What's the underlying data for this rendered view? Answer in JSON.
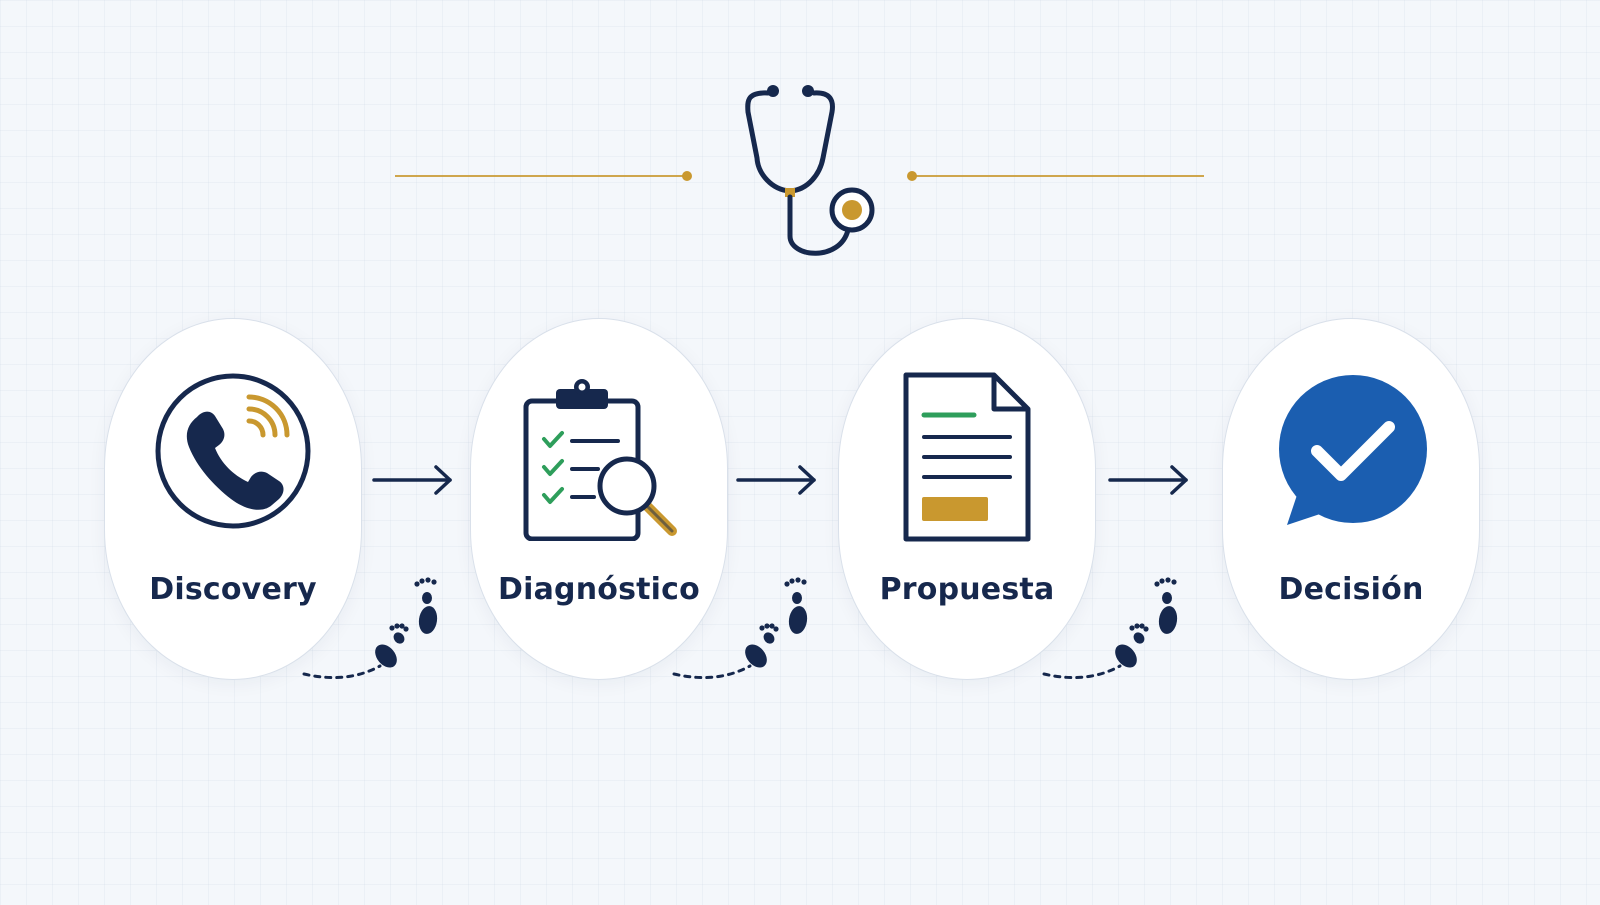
{
  "colors": {
    "navy": "#16284d",
    "gold": "#c9982f",
    "green": "#2e9e5b",
    "blue": "#1b5eb0",
    "card_border": "#d9e0ea"
  },
  "header": {
    "icon": "stethoscope-icon"
  },
  "stages": [
    {
      "label": "Discovery",
      "icon": "phone-call-icon"
    },
    {
      "label": "Diagnóstico",
      "icon": "clipboard-search-icon"
    },
    {
      "label": "Propuesta",
      "icon": "document-icon"
    },
    {
      "label": "Decisión",
      "icon": "check-chat-bubble-icon"
    }
  ],
  "connectors": {
    "arrow_icon": "arrow-right-icon",
    "footprints_icon": "footprints-icon"
  }
}
